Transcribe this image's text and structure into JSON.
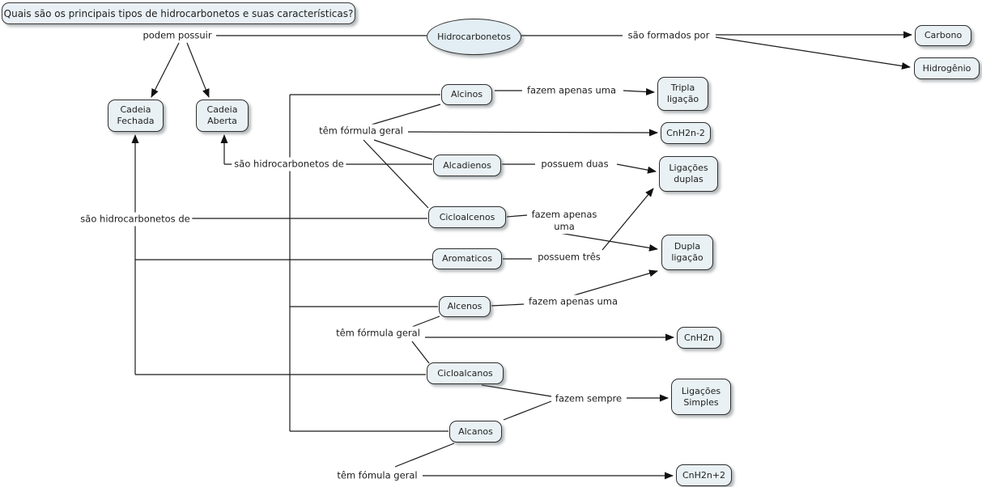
{
  "title": "Quais são os principais tipos de hidrocarbonetos e suas características?",
  "nodes": {
    "hidrocarbonetos": "Hidrocarbonetos",
    "carbono": "Carbono",
    "hidrogenio": "Hidrogênio",
    "cadeia_fechada": "Cadeia\nFechada",
    "cadeia_aberta": "Cadeia\nAberta",
    "alcinos": "Alcinos",
    "tripla_ligacao": "Tripla\nligação",
    "cnh2n_menos2": "CnH2n-2",
    "alcadienos": "Alcadienos",
    "ligacoes_duplas": "Ligações\nduplas",
    "cicloalcenos": "Cicloalcenos",
    "aromaticos": "Aromaticos",
    "dupla_ligacao": "Dupla\nligação",
    "alcenos": "Alcenos",
    "cnh2n": "CnH2n",
    "cicloalcanos": "Cicloalcanos",
    "ligacoes_simples": "Ligações\nSimples",
    "alcanos": "Alcanos",
    "cnh2n_mais2": "CnH2n+2"
  },
  "edge_labels": {
    "podem_possuir": "podem possuir",
    "sao_formados_por": "são formados por",
    "fazem_apenas_uma_alcinos": "fazem apenas uma",
    "tem_formula_geral_cnh2n_menos2": "têm fórmula geral",
    "sao_hidrocarbonetos_de_aberta": "são hidrocarbonetos de",
    "possuem_duas": "possuem duas",
    "fazem_apenas_uma_cicloalcenos": "fazem apenas\numa",
    "sao_hidrocarbonetos_de_fechada": "são hidrocarbonetos de",
    "possuem_tres": "possuem três",
    "fazem_apenas_uma_alcenos": "fazem apenas uma",
    "tem_formula_geral_cnh2n": "têm fórmula geral",
    "fazem_sempre": "fazem sempre",
    "tem_fomula_geral_cnh2n_mais2": "têm fómula geral"
  },
  "colors": {
    "node_fill": "#e9f1f4",
    "ellipse_fill": "#e2eef3",
    "node_border": "#2e2e2e",
    "connector": "#1a1a1a",
    "background": "#ffffff"
  }
}
